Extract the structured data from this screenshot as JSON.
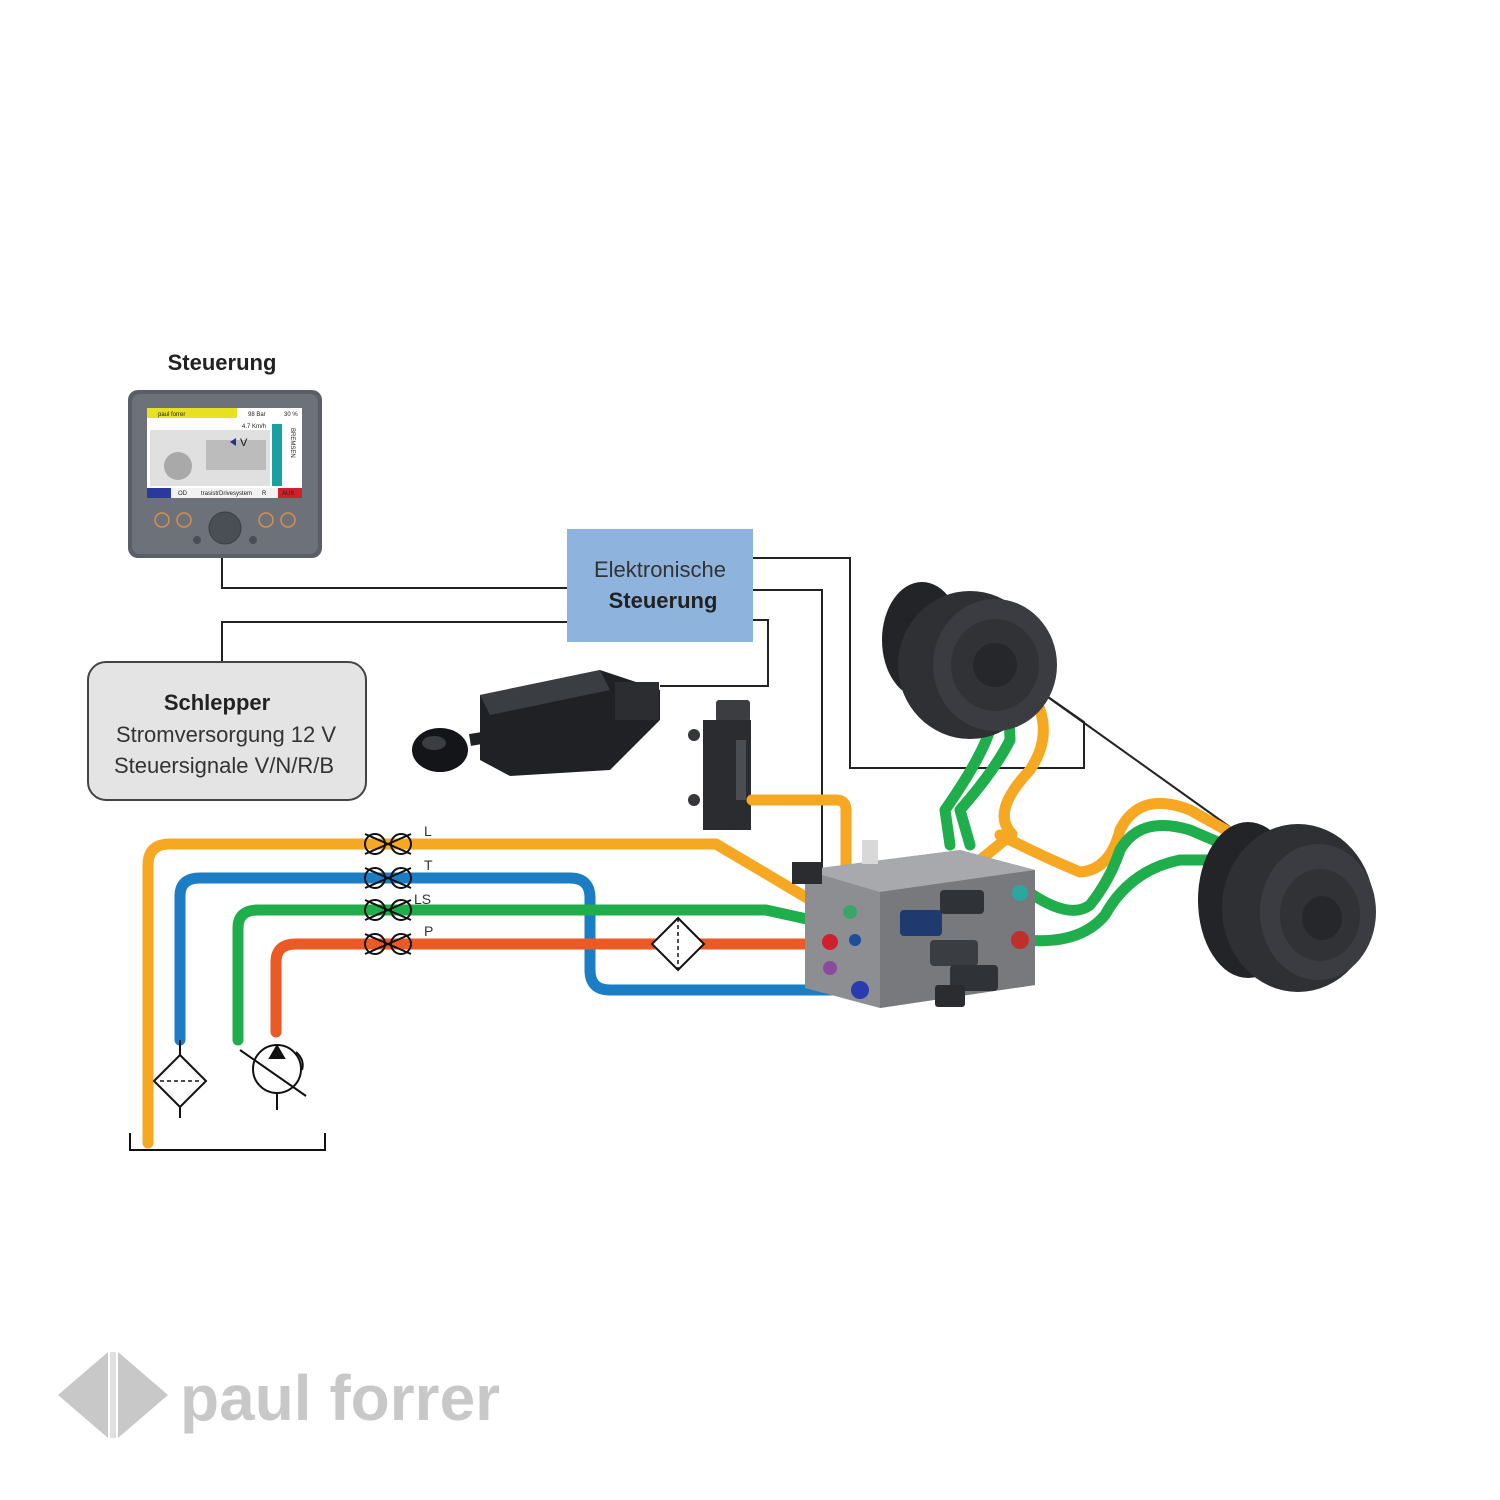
{
  "controller": {
    "title": "Steuerung",
    "screen": {
      "brand": "paul forrer",
      "pressure": "98 Bar",
      "percent": "30 %",
      "speed": "4.7 Km/h",
      "mode": "V",
      "side_label": "BREMSEN",
      "bottom_left": "OD",
      "bottom_mid": "trasistrDrivesystem",
      "bottom_right1": "R",
      "bottom_right2": "AUS"
    }
  },
  "ecu": {
    "line1": "Elektronische",
    "line2": "Steuerung"
  },
  "tractor": {
    "title": "Schlepper",
    "line1": "Stromversorgung 12 V",
    "line2": "Steuersignale V/N/R/B"
  },
  "lines": [
    {
      "label": "L",
      "color": "#f7a823"
    },
    {
      "label": "T",
      "color": "#1b7dc4"
    },
    {
      "label": "LS",
      "color": "#1fae4b"
    },
    {
      "label": "P",
      "color": "#eb5a24"
    }
  ],
  "logo": {
    "text": "paul forrer"
  }
}
